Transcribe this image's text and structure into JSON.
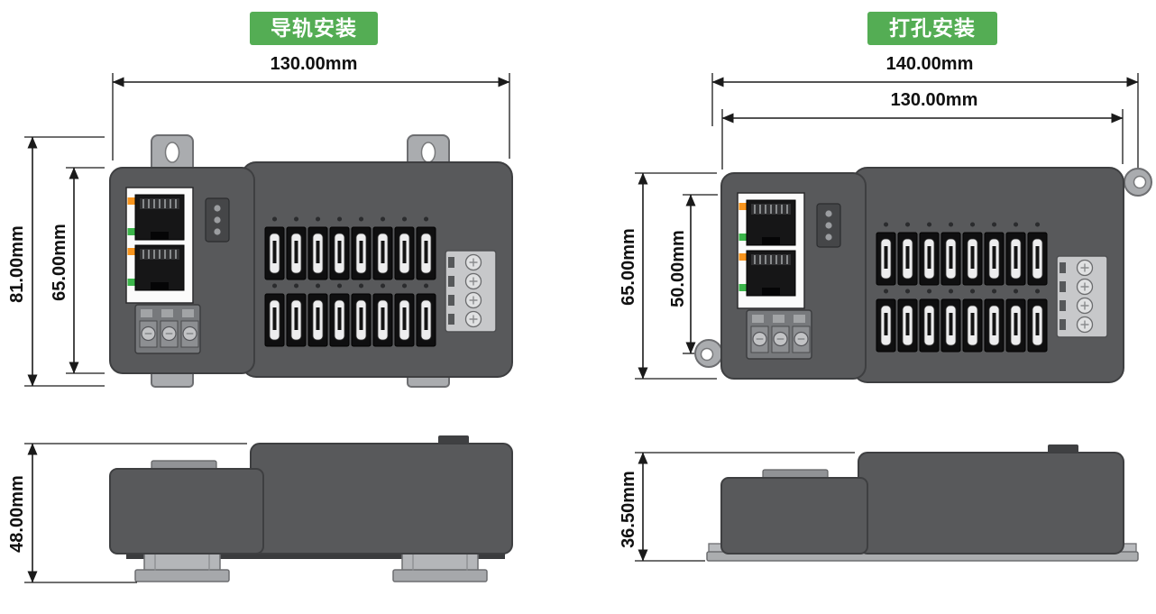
{
  "rail_panel": {
    "badge_label": "导轨安装",
    "top_view": {
      "width_label": "130.00mm",
      "outer_height_label": "81.00mm",
      "body_height_label": "65.00mm"
    },
    "side_view": {
      "height_label": "48.00mm"
    }
  },
  "screw_panel": {
    "badge_label": "打孔安装",
    "top_view": {
      "outer_width_label": "140.00mm",
      "body_width_label": "130.00mm",
      "outer_height_label": "65.00mm",
      "hole_spacing_label": "50.00mm"
    },
    "side_view": {
      "height_label": "36.50mm"
    }
  },
  "colors": {
    "badge_background": "#54ad54",
    "badge_text": "#ffffff",
    "device_body": "#58595b",
    "mounting_hardware": "#aaacaf",
    "led_orange": "#f7941d",
    "led_green": "#3bb54a",
    "dimension_lines": "#1a1a1a"
  }
}
